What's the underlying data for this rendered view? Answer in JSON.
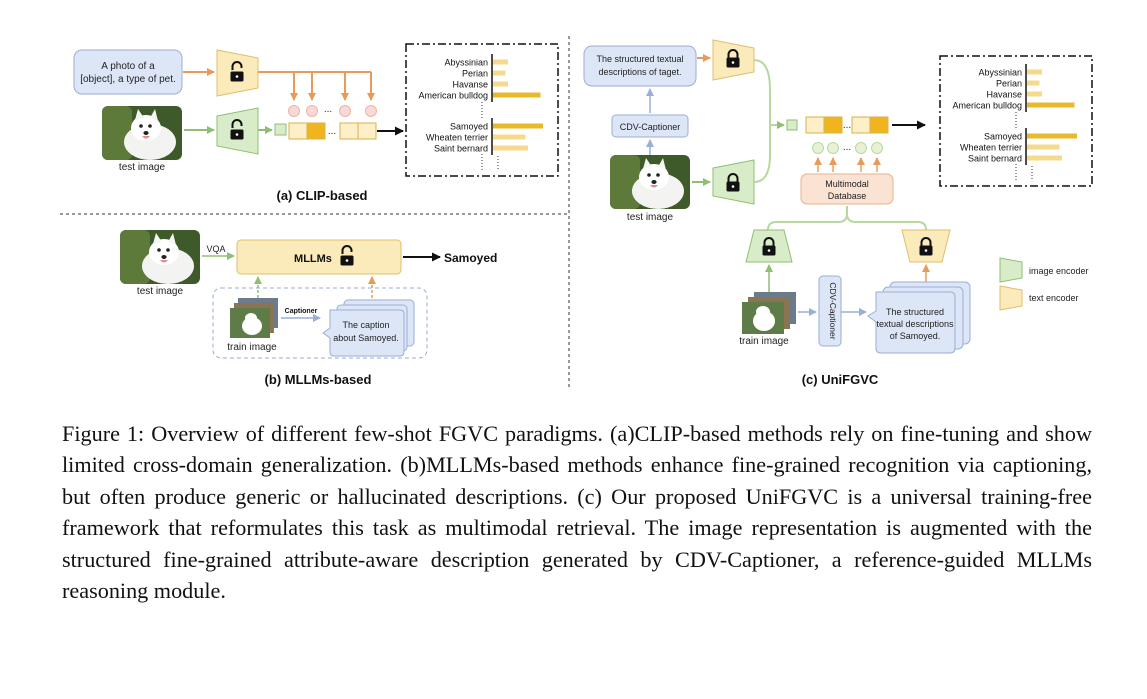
{
  "panel_a": {
    "title": "(a) CLIP-based",
    "prompt_line1": "A photo of a",
    "prompt_line2": "[object], a type of pet.",
    "image_label": "test image",
    "ellipsis": "...",
    "classes": [
      "Abyssinian",
      "Perian",
      "Havanse",
      "American bulldog",
      "Samoyed",
      "Wheaten terrier",
      "Saint bernard"
    ],
    "scores": [
      0.3,
      0.25,
      0.3,
      0.95,
      1.0,
      0.65,
      0.7
    ]
  },
  "panel_b": {
    "title": "(b) MLLMs-based",
    "vqa": "VQA",
    "mllm_label": "MLLMs",
    "output": "Samoyed",
    "test_label": "test image",
    "train_label": "train image",
    "captioner": "Captioner",
    "caption_line1": "The caption",
    "caption_line2": "about Samoyed."
  },
  "panel_c": {
    "title": "(c) UniFGVC",
    "desc_line1": "The structured textual",
    "desc_line2": "descriptions of taget.",
    "cdv": "CDV-Captioner",
    "test_label": "test image",
    "db_line1": "Multimodal",
    "db_line2": "Database",
    "train_label": "train image",
    "cdv_vertical": "CDV-Captioner",
    "train_desc_line1": "The structured",
    "train_desc_line2": "textual descriptions",
    "train_desc_line3": "of Samoyed.",
    "legend_image": "image encoder",
    "legend_text": "text encoder",
    "ellipsis": "...",
    "classes": [
      "Abyssinian",
      "Perian",
      "Havanse",
      "American bulldog",
      "Samoyed",
      "Wheaten terrier",
      "Saint bernard"
    ],
    "scores": [
      0.3,
      0.25,
      0.3,
      0.95,
      1.0,
      0.65,
      0.7
    ]
  },
  "colors": {
    "green": "#d9ecc9",
    "green_stroke": "#8fbf72",
    "yellow": "#fbeaba",
    "yellow_stroke": "#e0bd6a",
    "blue": "#dde6f7",
    "blue_stroke": "#9aaed6",
    "orange": "#e89a58",
    "bar": "#e9b92c"
  },
  "caption": "Figure 1: Overview of different few-shot FGVC paradigms. (a)CLIP-based methods rely on fine-tuning and show limited cross-domain generalization. (b)MLLMs-based methods enhance fine-grained recognition via captioning, but often produce generic or hallucinated descriptions. (c) Our proposed UniFGVC is a universal training-free framework that reformulates this task as multimodal retrieval. The image representation is augmented with the structured fine-grained attribute-aware description generated by CDV-Captioner, a reference-guided MLLMs reasoning module."
}
